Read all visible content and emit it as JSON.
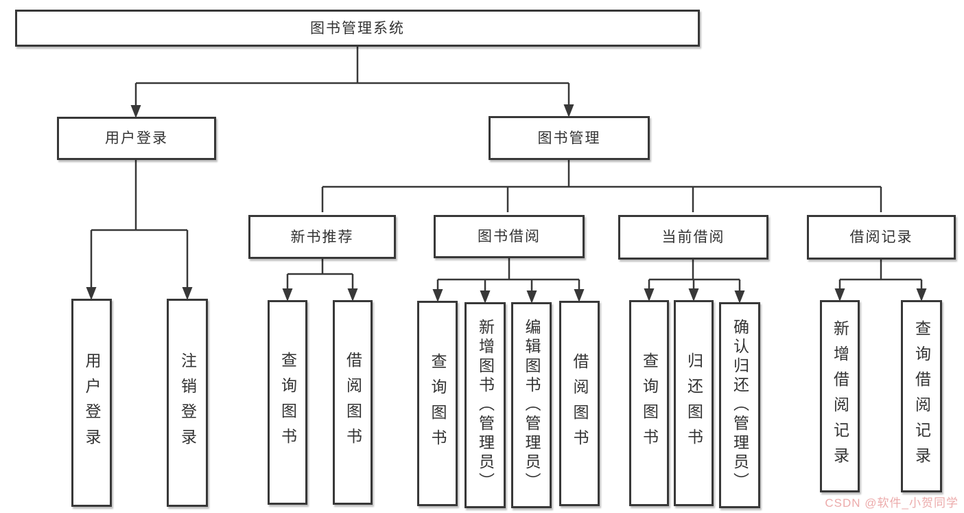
{
  "nodes": {
    "root": "图书管理系统",
    "user_login": "用户登录",
    "book_mgmt": "图书管理",
    "ul_login": "用户登录",
    "ul_logout": "注销登录",
    "new_books": "新书推荐",
    "borrowing": "图书借阅",
    "current": "当前借阅",
    "records": "借阅记录",
    "nb_query": "查询图书",
    "nb_borrow": "借阅图书",
    "bw_query": "查询图书",
    "bw_add": "新增图书（管理员）",
    "bw_edit": "编辑图书（管理员）",
    "bw_borrow": "借阅图书",
    "cu_query": "查询图书",
    "cu_return": "归还图书",
    "cu_confirm": "确认归还（管理员）",
    "rc_add": "新增借阅记录",
    "rc_query": "查询借阅记录"
  },
  "watermark": "CSDN @软件_小贺同学",
  "colors": {
    "line": "#383838",
    "text": "#333333",
    "watermark": "#ecabab"
  }
}
